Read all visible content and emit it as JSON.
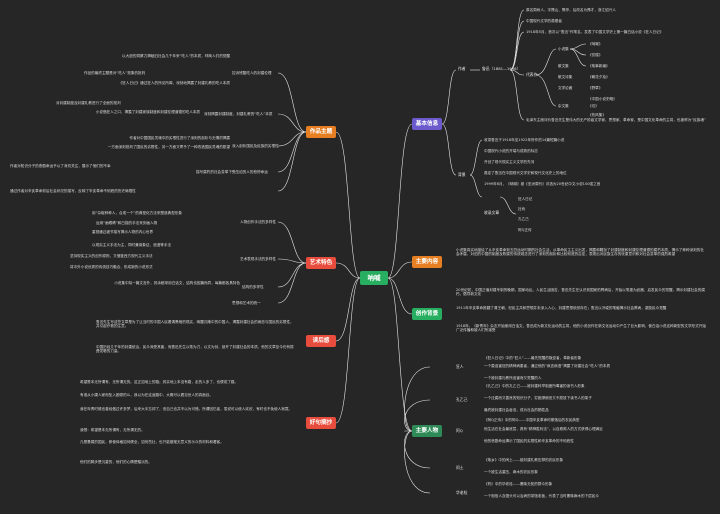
{
  "root": "呐喊",
  "branches": {
    "jiben": {
      "label": "基本信息",
      "color": "#6a5acd"
    },
    "zhuyao": {
      "label": "主要内容",
      "color": "#e67e22"
    },
    "chuangzuo": {
      "label": "创作背景",
      "color": "#27ae60"
    },
    "renwu": {
      "label": "主要人物",
      "color": "#2e8b57"
    },
    "zuopin": {
      "label": "作品主题",
      "color": "#e67e22"
    },
    "yishu": {
      "label": "艺术特色",
      "color": "#e74c3c"
    },
    "duhou": {
      "label": "读后感",
      "color": "#e74c3c"
    },
    "haoju": {
      "label": "好句摘抄",
      "color": "#e74c3c"
    }
  },
  "jiben": {
    "author_label": "作者",
    "author_name": "鲁迅（1881—1936）",
    "a1": "原名周树人，字豫山、豫亭，后改名为豫才，浙江绍兴人",
    "a2": "中国现代文学的奠基者",
    "a3": "1918年5月，首次以“鲁迅”作笔名，发表了中国文学史上第一篇白话小说《狂人日记》",
    "works_label": "代表作",
    "novel": "小说集",
    "n1": "《呐喊》",
    "n2": "《彷徨》",
    "n3": "《故事新编》",
    "prose": "散文集",
    "p1": "《朝花夕拾》",
    "poem": "散文诗集",
    "pm1": "《野草》",
    "history": "文学论著",
    "h1": "《中国小说史略》",
    "essay": "杂文集",
    "e1": "《坟》",
    "e2": "《热风集》",
    "mao": "毛泽东主席评价鲁迅先生是伟大的无产阶级文学家、思想家、革命家，是中国文化革命的主将，也被称为“民族魂”",
    "pub_label": "背景",
    "b1": "收录鲁迅于1918年至1922年所作的14篇短篇小说",
    "b2": "中国现代小说的开端与成熟的标志",
    "b3": "开创了现代现实主义文学的先河",
    "b4": "奠定了鲁迅在中国现代文学史和现代文化史上的地位",
    "b5": "1999年6月，《呐喊》被《亚洲周刊》评选为20世纪中文小说100强之首",
    "series_label": "收录文章",
    "s1": "狂人日记",
    "s2": "社戏",
    "s3": "孔乙己",
    "s4": "阿Q正传"
  },
  "zhuyao": {
    "text": "小说集真实地描绘了从辛亥革命到五四运动时期的社会生活，从革命民主主义出发，揭露和鞭挞了封建制度和封建伦理道德的腐朽本质，揭示了种种深刻的社会矛盾，对旧的中国的制度及陈腐的传统观念进行了深刻的剖析和比较彻底的否定，表现出对民族生存的忧患意识和对社会变革的强烈希望"
  },
  "chuangzuo": {
    "c1": "20世纪初，中国正值封建专制的晚期，国家动乱、人民生活困苦，鲁迅先生在认识到国家的弊病后，开始以笔墨为武器，启发民众的觉醒，揭示封建社会的腐朽，倡导新文化",
    "c2": "1911年辛亥革命推翻了清王朝，但民主共和思想并未深入人心，封建思想依然存在；鲁迅以冷峻的笔触揭示社会弊病，激励民众觉醒",
    "c3": "1918年，《新青年》杂志开始使用白话文，鲁迅成为新文化运动的主将，他的小说创作在新文化运动中产生了巨大影响，使白话小说这种新型的文学形式开始广泛传播和被人们所接受"
  },
  "renwu": {
    "kuangren": "狂人",
    "k1": "《狂人日记》中的“狂人”——最先觉醒的叛逆者，革新者形象",
    "k2": "一个患迫害狂的精神病患者，通过他的“疯言疯语”揭露了封建社会“吃人”的本质",
    "k3": "一个被封建礼教所迫害而又觉醒的人",
    "kongyiji": "孔乙己",
    "ky1": "《孔乙己》中的孔乙己——被封建科举制度所毒害的读书人形象",
    "ky2": "一个迂腐而又善良的知识分子，穷困潦倒但又不愿放下读书人的架子",
    "ky3": "最终被封建社会吞没，成为社会的牺牲品",
    "aq": "阿Q",
    "q1": "《阿Q正传》中的阿Q——中国辛亥革命时期落后的农民典型",
    "q2": "他生活在社会最底层，具有“精神胜利法”，以自欺欺人的方式获得心理满足",
    "q3": "他的悲剧命运揭示了国民的劣根性和辛亥革命的不彻底性",
    "runtu": "闰土",
    "r1": "《故乡》中的闰土——被封建礼教压榨的农民形象",
    "r2": "一个被生活重压、麻木的农民形象",
    "huaxiao": "华老栓",
    "hx1": "《药》中的华老栓——愚昧无知的群众形象",
    "hx2": "一个相信人血馒头可以治病的茶馆老板，代表了当时愚昧麻木的下层民众"
  },
  "zuopin": {
    "z1_label": "控诉残酷吃人的封建伦理",
    "z1a": "以大胆的洞察力揭破旧社会几千年来“吃人”的本质，呼唤人们的觉醒",
    "z1b": "作品的最终主题是对“吃人”现象的批判",
    "z1c": "《狂人日记》通过狂人的所见所闻，深刻地揭露了封建礼教的吃人本质",
    "z2_label": "深刻揭露封建制度、封建礼教的“吃人”本质",
    "z2a": "对封建制度及封建礼教进行了全面的批判",
    "z2b": "小说借狂人之口，揭露了封建家族制度和封建伦理道德的吃人本质",
    "z3_label": "深入剖析国民及民族的劣根性",
    "z3a": "作者对中国国民灵魂中的劣根性进行了深刻的剖析与无情的揭露",
    "z3b": "一方面深刻批判了国民的劣根性，另一方面又寄予了一种改造国民灵魂的愿望",
    "z4_label": "描写腐朽的社会变革下受压迫的人的悲惨命运",
    "z4a": "作者对知识分子的悲剧命运予以了深切关注，展示了他们的不幸",
    "z5_label": "反映辛亥革命局限性",
    "z5a": "通过作者对辛亥革命前后社会状况的描写，反映了辛亥革命不彻底的历史局限性"
  },
  "yishu": {
    "y1_label": "人物创作手法的多样性",
    "y1a": "用“杂取种种人，合成一个”的典型化方法来塑造典型形象",
    "y1b": "运用“画眼睛”和白描的手法来刻画人物",
    "y1c": "重视通过细节描写揭示人物的内心世界",
    "y2_label": "艺术表现手法的多样性",
    "y2a": "以现实主义手法为主，同时兼用象征、浪漫等手法",
    "y2b": "坚持现实主义的创作原则，又借鉴西方现代主义手法",
    "y2c": "将中外小说优秀的传统技巧融合，形成新的小说形式",
    "y3_label": "结构的多样性",
    "y3a": "小说集中除一篇文言外，其余都采用白话文，结构也因篇而异，每篇都各具特色",
    "y4_label": "思想和艺术的统一",
    "y4a": "“忧愤深广”与“格式特别”的结合"
  },
  "duhou": {
    "d1": "鲁迅先生写这些文章是为了让当时的中国人民看清黑暗的现实，唤醒沉睡中的中国人，揭露封建社会的病态与国民的劣根性，并引起疗救的注意。",
    "d2": "中国历经几千年的封建统治，民众深受其害，而鲁迅先生以笔为刀，以文为剑，剖开了封建社会的本质，他的文章至今仍有振聋发聩的力量。"
  },
  "haoju": {
    "h1": "希望是本无所谓有，无所谓无的。这正如地上的路；其实地上本没有路，走的人多了，也便成了路。",
    "h2": "有谁从小康人家而坠入困顿的么，我以为在这途路中，大概可以看见世人的真面目。",
    "h3": "我在年青时候也曾经做过许多梦，后来大半忘却了，但自己也并不以为可惜。所谓回忆者，虽说可以使人欢欣，有时也不免使人寂寞。",
    "h4": "我想：希望是本无所谓有，无所谓无的。",
    "h5": "凡是愚弱的国民，即使体格如何健全，如何茁壮，也只能做毫无意义的示众的材料和看客。",
    "h6": "他们的脚步是沉重的，他们的心情是黯淡的。"
  }
}
